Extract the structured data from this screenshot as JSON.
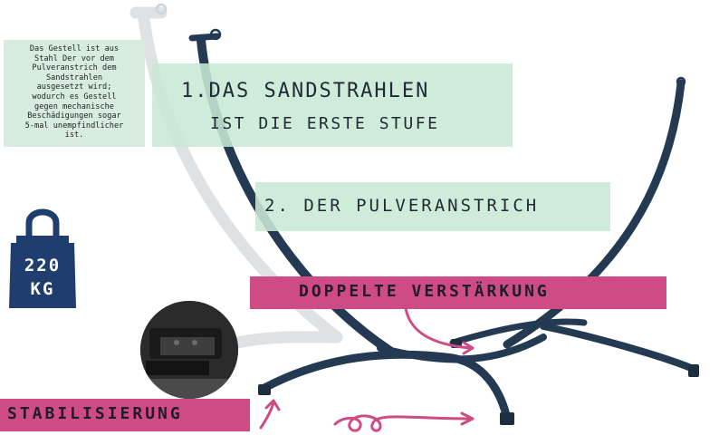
{
  "colors": {
    "frame": "#233a52",
    "ghost_frame": "#d9dde0",
    "green_band": "#c8e8d5",
    "pink_band": "#cf4b85",
    "badge": "#1f3e6d"
  },
  "note": {
    "lines": [
      "Das Gestell ist aus",
      "Stahl Der vor dem",
      "Pulveranstrich dem",
      "Sandstrahlen",
      "ausgesetzt wird;",
      "wodurch es Gestell",
      "gegen mechanische",
      "Beschädigungen sogar",
      "5-mal unempfindlicher",
      "ist."
    ]
  },
  "steps": {
    "step1_line1": "1.DAS SANDSTRAHLEN",
    "step1_line2": "IST DIE ERSTE STUFE",
    "step2": "2. DER PULVERANSTRICH"
  },
  "labels": {
    "reinforcement": "DOPPELTE VERSTÄRKUNG",
    "stabilization": "STABILISIERUNG"
  },
  "weight": {
    "line1": "220",
    "line2": "KG",
    "icon": "weight-bag-icon"
  },
  "icons": [
    "curved-arrow-icon",
    "loop-arrow-icon",
    "weight-bag-icon"
  ]
}
